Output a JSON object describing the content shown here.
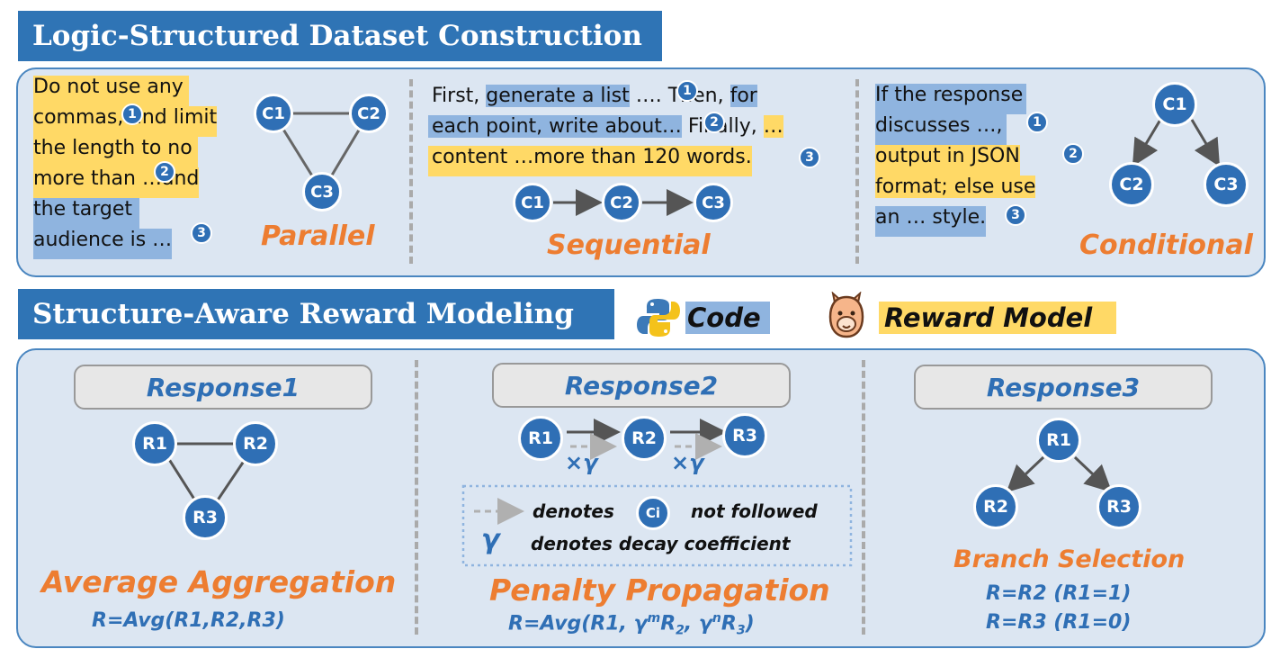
{
  "section1": {
    "title": "Logic-Structured Dataset Construction",
    "parallel": {
      "lines": [
        "Do not use any",
        "commas, and limit",
        "the length to no",
        "more than …and",
        "the target",
        "audience is …"
      ],
      "nodes": [
        "C1",
        "C2",
        "C3"
      ],
      "markers": [
        "1",
        "2",
        "3"
      ],
      "label": "Parallel"
    },
    "sequential": {
      "line1": {
        "a": "First, ",
        "b": "generate a list",
        "c": " …. Then, ",
        "d": "for"
      },
      "line2": {
        "a": "each point, write about…",
        "b": " Finally, ",
        "c": "…"
      },
      "line3": "content …more than 120 words.",
      "nodes": [
        "C1",
        "C2",
        "C3"
      ],
      "markers": [
        "1",
        "2",
        "3"
      ],
      "label": "Sequential"
    },
    "conditional": {
      "lines": [
        "If the response",
        "discusses …,",
        "output in JSON",
        "format; else use",
        "an … style."
      ],
      "nodes": [
        "C1",
        "C2",
        "C3"
      ],
      "markers": [
        "1",
        "2",
        "3"
      ],
      "label": "Conditional"
    }
  },
  "section2": {
    "title": "Structure-Aware Reward Modeling",
    "legend": {
      "code": "Code",
      "reward_model": "Reward Model"
    },
    "response1": {
      "title": "Response1",
      "nodes": [
        "R1",
        "R2",
        "R3"
      ],
      "method": "Average Aggregation",
      "formula": "R=Avg(R1,R2,R3)"
    },
    "response2": {
      "title": "Response2",
      "nodes": [
        "R1",
        "R2",
        "R3"
      ],
      "gamma_label": "×γ",
      "legend_line1_a": "denotes",
      "legend_ci": "Ci",
      "legend_line1_b": "not followed",
      "legend_gamma": "γ",
      "legend_line2": "denotes decay coefficient",
      "method": "Penalty Propagation",
      "formula_a": "R=Avg(R1, γ",
      "formula_m": "m",
      "formula_b": "R",
      "formula_2": "2",
      "formula_c": ", γ",
      "formula_n": "n",
      "formula_d": "R",
      "formula_3": "3",
      "formula_e": ")"
    },
    "response3": {
      "title": "Response3",
      "nodes": [
        "R1",
        "R2",
        "R3"
      ],
      "method": "Branch Selection",
      "formula1": "R=R2 (R1=1)",
      "formula2": "R=R3 (R1=0)"
    }
  },
  "colors": {
    "header": "#2f74b5",
    "panel": "#dce6f2",
    "node": "#2f6fb5",
    "accent_orange": "#ed7d31",
    "highlight_yellow": "#ffd966",
    "highlight_blue": "#8fb4df"
  }
}
